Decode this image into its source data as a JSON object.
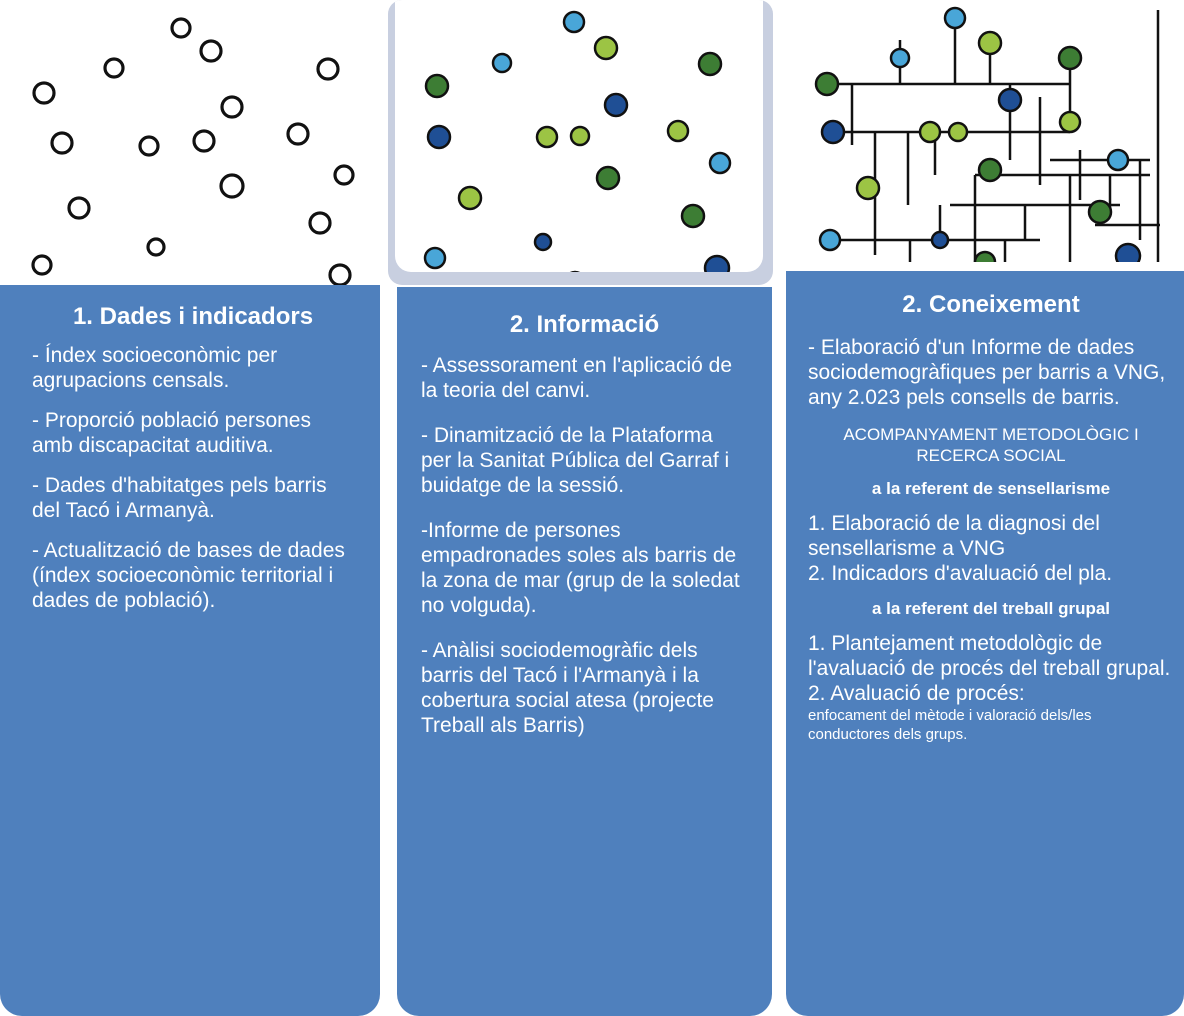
{
  "colors": {
    "panel": "#4f80bd",
    "dark_blue": "#1f4f95",
    "light_blue": "#49a6d8",
    "lime": "#9cc444",
    "dark_green": "#3d7d34"
  },
  "illustrations": [
    {
      "name": "scattered-empty-dots"
    },
    {
      "name": "scattered-coloured-dots"
    },
    {
      "name": "connected-dots-network"
    }
  ],
  "columns": [
    {
      "title": "1. Dades i indicadors",
      "items": [
        "- Índex socioeconòmic per agrupacions censals.",
        "- Proporció població persones amb discapacitat auditiva.",
        "- Dades d'habitatges pels barris del Tacó i Armanyà.",
        "- Actualització de bases de dades (índex socioeconòmic territorial i dades de població)."
      ]
    },
    {
      "title": "2. Informació",
      "items": [
        "- Assessorament en l'aplicació de la teoria del canvi.",
        "- Dinamització de la Plataforma per la Sanitat Pública del Garraf i buidatge de la sessió.",
        "-Informe de persones empadronades soles als barris de  la zona de mar (grup de la soledat no volguda).",
        "- Anàlisi sociodemogràfic dels barris del Tacó i l'Armanyà i la cobertura social atesa (projecte Treball als Barris)"
      ]
    },
    {
      "title": "2. Coneixement",
      "intro": "- Elaboració d'un Informe de dades sociodemogràfiques per barris a VNG, any 2.023 pels consells de barris.",
      "heading": "ACOMPANYAMENT METODOLÒGIC I RECERCA SOCIAL",
      "sub1": "a la referent de sensellarisme",
      "sub1_items": [
        "1. Elaboració de la diagnosi del sensellarisme a VNG",
        "2. Indicadors d'avaluació del pla."
      ],
      "sub2": "a la referent del treball grupal",
      "sub2_items": [
        "1. Plantejament metodològic de l'avaluació de procés del treball grupal.",
        "2. Avaluació de procés:"
      ],
      "sub2_note": "enfocament del mètode i valoració dels/les conductores dels grups."
    }
  ]
}
